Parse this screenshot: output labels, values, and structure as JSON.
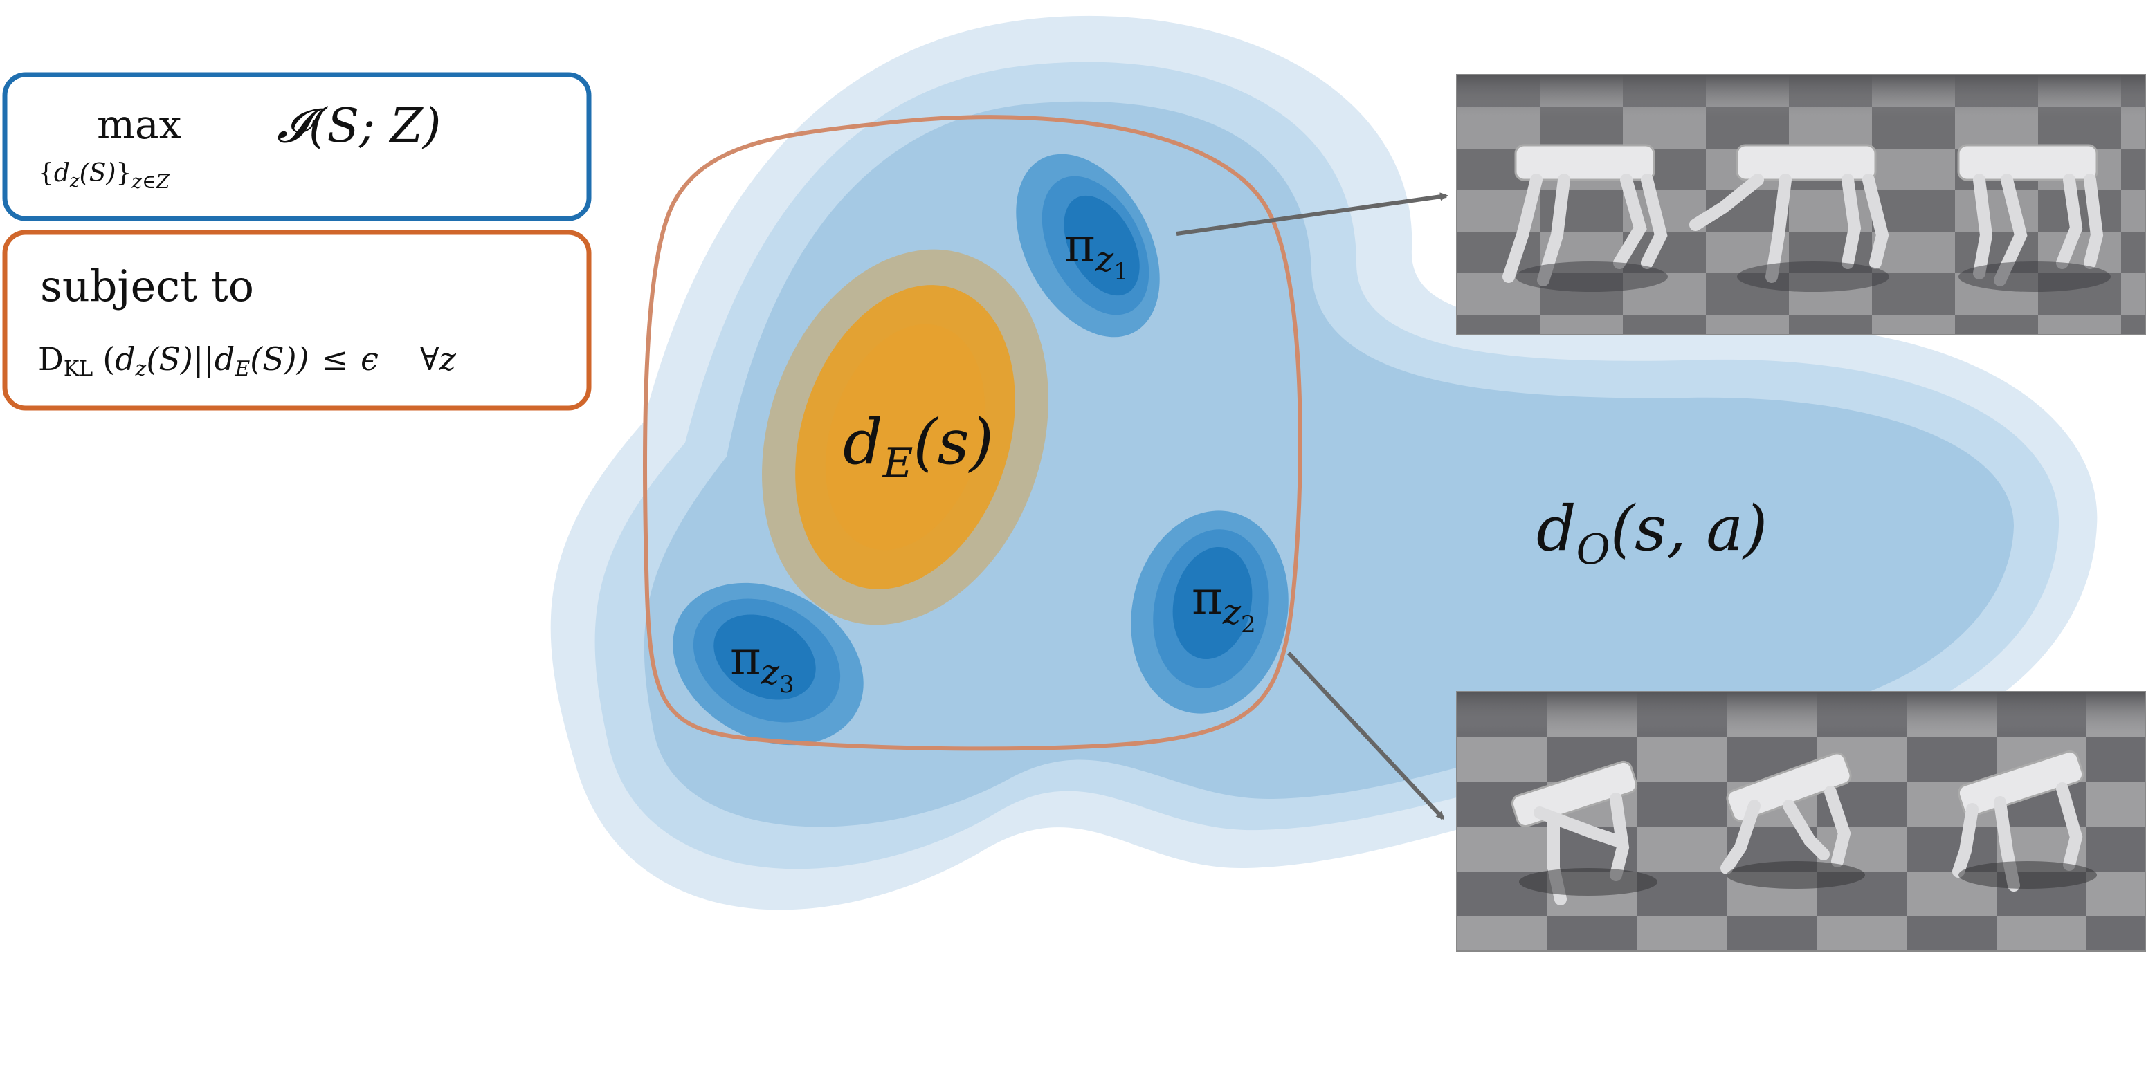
{
  "objective": {
    "operator": "max",
    "subscript_open": "{",
    "subscript_d": "d",
    "subscript_z": "z",
    "subscript_arg": "(S)",
    "subscript_close": "}",
    "subscript_index": "z∈Z",
    "info": "𝓘",
    "info_args": "(S; Z)"
  },
  "constraint": {
    "title": "subject to",
    "divergence": "D",
    "divergence_sub": "KL",
    "open": "(",
    "d": "d",
    "z": "z",
    "arg": "(S)",
    "bars": "||",
    "d2": "d",
    "E": "E",
    "arg2": "(S))",
    "leq": "≤",
    "epsilon": "ϵ",
    "forall": "∀z"
  },
  "labels": {
    "dE_d": "d",
    "dE_sub": "E",
    "dE_arg": "(s)",
    "dO_d": "d",
    "dO_sub": "O",
    "dO_arg": "(s, a)",
    "pi": "π",
    "pi_z": "z",
    "pi1_index": "1",
    "pi2_index": "2",
    "pi3_index": "3"
  },
  "colors": {
    "objective_border": "#1f6fb0",
    "constraint_border": "#d0662b",
    "offline_outer": "#dce9f4",
    "offline_mid": "#c2dbee",
    "offline_inner": "#a5c9e4",
    "skill_border": "#d18a6a",
    "expert_outer": "#bdb597",
    "expert_mid": "#e3a233",
    "expert_inner": "#e6a12f",
    "skill_outer": "#5ba1d3",
    "skill_mid": "#3f8fcb",
    "skill_inner": "#2079bc",
    "arrow": "#666666"
  },
  "robot_panels": {
    "top_count": 3,
    "bottom_count": 3
  }
}
